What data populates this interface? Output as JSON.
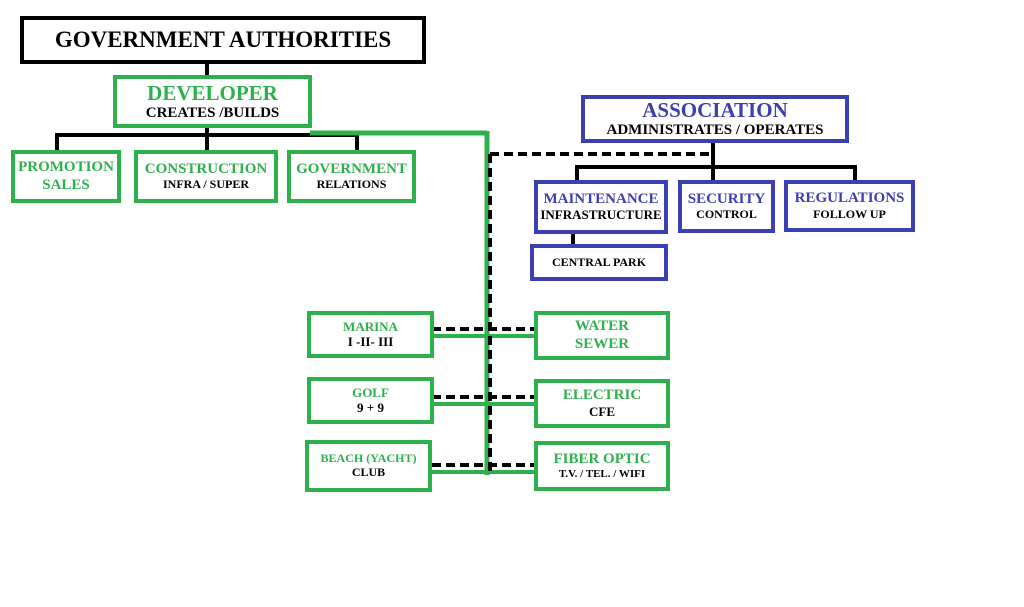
{
  "colors": {
    "developer_green": "#2eb14d",
    "association_blue": "#3b3fb0",
    "authority_black": "#000000"
  },
  "government": {
    "title": "GOVERNMENT AUTHORITIES"
  },
  "developer": {
    "title": "DEVELOPER",
    "subtitle": "CREATES /BUILDS",
    "children": [
      {
        "line1": "PROMOTION",
        "line2": "SALES"
      },
      {
        "line1": "CONSTRUCTION",
        "line2": "INFRA / SUPER"
      },
      {
        "line1": "GOVERNMENT",
        "line2": "RELATIONS"
      }
    ]
  },
  "association": {
    "title": "ASSOCIATION",
    "subtitle": "ADMINISTRATES / OPERATES",
    "children": [
      {
        "line1": "MAINTENANCE",
        "line2": "INFRASTRUCTURE"
      },
      {
        "line1": "SECURITY",
        "line2": "CONTROL"
      },
      {
        "line1": "REGULATIONS",
        "line2": "FOLLOW UP"
      }
    ],
    "maintenance_child": "CENTRAL PARK"
  },
  "amenities": [
    {
      "line1": "MARINA",
      "line2": "I -II- III"
    },
    {
      "line1": "GOLF",
      "line2": "9 + 9"
    },
    {
      "line1": "BEACH (YACHT)",
      "line2": "CLUB"
    }
  ],
  "utilities": [
    {
      "line1": "WATER",
      "line2": "SEWER"
    },
    {
      "line1": "ELECTRIC",
      "line2": "CFE"
    },
    {
      "line1": "FIBER OPTIC",
      "line2": "T.V. / TEL. / WIFI"
    }
  ]
}
